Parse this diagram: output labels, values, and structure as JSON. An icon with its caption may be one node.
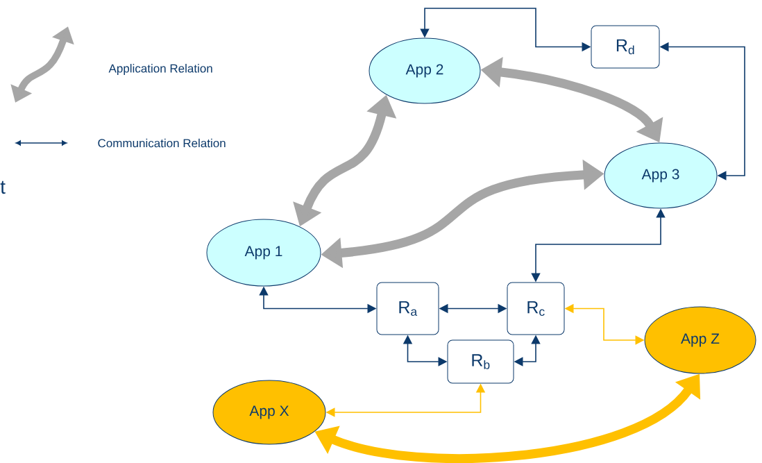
{
  "diagram": {
    "nodes": [
      {
        "text": [
          "App 2"
        ]
      },
      {
        "text": [
          "R$_{d}$"
        ]
      },
      {
        "text": [
          "App 3"
        ]
      },
      {
        "text": [
          "App 1"
        ]
      },
      {
        "text": [
          "R$_{a}$"
        ]
      },
      {
        "text": [
          "R$_{c}$"
        ]
      },
      {
        "text": [
          "App Z"
        ]
      },
      {
        "text": [
          "R$_{b}$"
        ]
      },
      {
        "text": [
          "App X"
        ]
      }
    ],
    "edges": [
      {
        "from": 0,
        "to": 1,
        "arrow": "both"
      },
      {
        "from": 1,
        "to": 2,
        "arrow": "both"
      },
      {
        "from": 3,
        "to": 4,
        "arrow": "both"
      },
      {
        "from": 4,
        "to": 5,
        "arrow": "both"
      },
      {
        "from": 5,
        "to": 2,
        "arrow": "both"
      },
      {
        "from": 4,
        "to": 7,
        "arrow": "both"
      },
      {
        "from": 7,
        "to": 5,
        "arrow": "both"
      },
      {
        "from": 5,
        "to": 6,
        "arrow": "both",
        "color": "#ffc000"
      },
      {
        "from": 8,
        "to": 7,
        "arrow": "both",
        "color": "#ffc000"
      },
      {
        "from": 3,
        "to": 0,
        "arrow": "both",
        "style": "thick",
        "color": "#a6a6a6"
      },
      {
        "from": 0,
        "to": 2,
        "arrow": "both",
        "style": "thick",
        "color": "#a6a6a6"
      },
      {
        "from": 3,
        "to": 2,
        "arrow": "both",
        "style": "thick",
        "color": "#a6a6a6"
      },
      {
        "from": 8,
        "to": 6,
        "arrow": "both",
        "style": "thick",
        "color": "#ffc000"
      }
    ],
    "labels": [
      "t"
    ],
    "legend": [
      {
        "text": "Application Relation"
      },
      {
        "text": "Communication Relation"
      }
    ]
  }
}
